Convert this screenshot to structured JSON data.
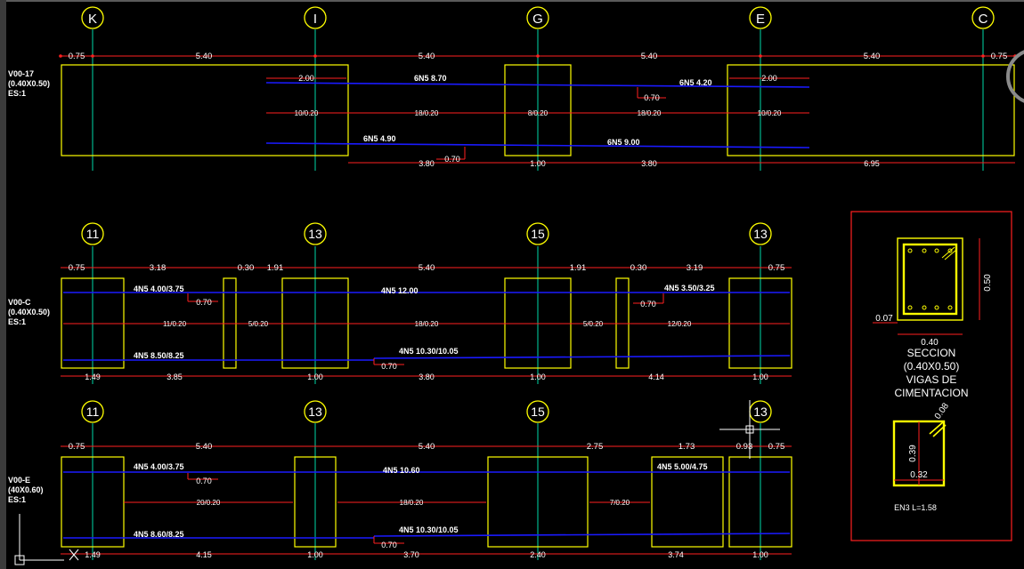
{
  "beams": [
    {
      "label": [
        "V00-17",
        "(0.40X0.50)",
        "ES:1"
      ],
      "axes": [
        "K",
        "I",
        "G",
        "E",
        "C"
      ],
      "dims_top": [
        "0.75",
        "5.40",
        "5.40",
        "5.40",
        "5.40",
        "0.75"
      ],
      "rebar": [
        "6N5 8.70",
        "6N5 4.20",
        "6N5 4.90",
        "6N5 9.00"
      ],
      "small_dims": [
        "2.00",
        "2.00",
        "0.70",
        "0.70"
      ],
      "stirrups": [
        "10/0.20",
        "18/0.20",
        "8/0.20",
        "18/0.20",
        "10/0.20"
      ],
      "dims_bottom": [
        "3.80",
        "1.00",
        "3.80",
        "6.95"
      ]
    },
    {
      "label": [
        "V00-C",
        "(0.40X0.50)",
        "ES:1"
      ],
      "axes": [
        "11",
        "13",
        "15",
        "13"
      ],
      "dims_top": [
        "0.75",
        "3.18",
        "0.30",
        "1.91",
        "5.40",
        "1.91",
        "0.30",
        "3.19",
        "0.75"
      ],
      "rebar": [
        "4N5 4.00/3.75",
        "4N5  12.00",
        "4N5  3.50/3.25",
        "4N5  8.50/8.25",
        "4N5  10.30/10.05"
      ],
      "small_dims": [
        "0.70",
        "0.70",
        "0.70"
      ],
      "stirrups": [
        "11/0.20",
        "5/0.20",
        "18/0.20",
        "5/0.20",
        "12/0.20"
      ],
      "dims_bottom": [
        "1.49",
        "3.85",
        "1.00",
        "3.80",
        "1.00",
        "4.14",
        "1.00"
      ]
    },
    {
      "label": [
        "V00-E",
        "(40X0.60)",
        "ES:1"
      ],
      "axes": [
        "11",
        "13",
        "15",
        "13"
      ],
      "dims_top": [
        "0.75",
        "5.40",
        "5.40",
        "2.75",
        "1.73",
        "0.93",
        "0.75"
      ],
      "rebar": [
        "4N5 4.00/3.75",
        "4N5  10.60",
        "4N5  5.00/4.75",
        "4N5 8.60/8.25",
        "4N5  10.30/10.05"
      ],
      "small_dims": [
        "0.70",
        "0.70"
      ],
      "stirrups": [
        "20/0.20",
        "18/0.20",
        "7/0.20"
      ],
      "dims_bottom": [
        "1.49",
        "4.15",
        "1.00",
        "3.70",
        "2.40",
        "3.74",
        "1.00"
      ]
    }
  ],
  "section": {
    "title": [
      "SECCION",
      "(0.40X0.50)",
      "VIGAS DE",
      "CIMENTACION"
    ],
    "dim_width": "0.40",
    "dim_height": "0.50",
    "dim_cover": "0.07",
    "stirrup_hook": "0.08",
    "stirrup_height": "0.39",
    "stirrup_width": "0.32",
    "stirrup_label": "EN3 L=1.58"
  },
  "colors": {
    "background": "#000000",
    "column": "#ffff00",
    "axis": "#00d8a8",
    "dimension": "#ff2020",
    "rebar": "#1a1aff",
    "text": "#ffffff"
  }
}
